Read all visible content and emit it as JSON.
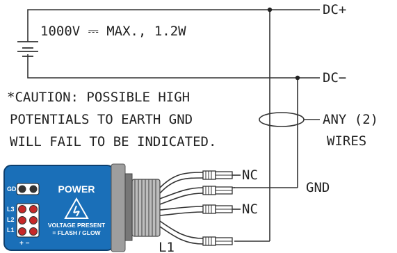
{
  "labels": {
    "rating": "1000V ⎓ MAX., 1.2W",
    "dc_plus": "DC+",
    "dc_minus": "DC−",
    "caution_1": "*CAUTION: POSSIBLE HIGH",
    "caution_2": "POTENTIALS TO EARTH GND",
    "caution_3": "WILL FAIL TO BE INDICATED.",
    "any_wires_1": "ANY (2)",
    "any_wires_2": "WIRES",
    "nc_top": "NC",
    "nc_bottom": "NC",
    "gnd": "GND",
    "l1": "L1"
  },
  "device": {
    "power": "POWER",
    "gd": "GD",
    "l3": "L3",
    "l2": "L2",
    "l1": "L1",
    "voltage_present": "VOLTAGE PRESENT",
    "flash_glow": "= FLASH / GLOW",
    "plus_minus": "+  −"
  },
  "colors": {
    "device_blue": "#1a6fb8",
    "led_red": "#c62828",
    "wire": "#333333"
  }
}
